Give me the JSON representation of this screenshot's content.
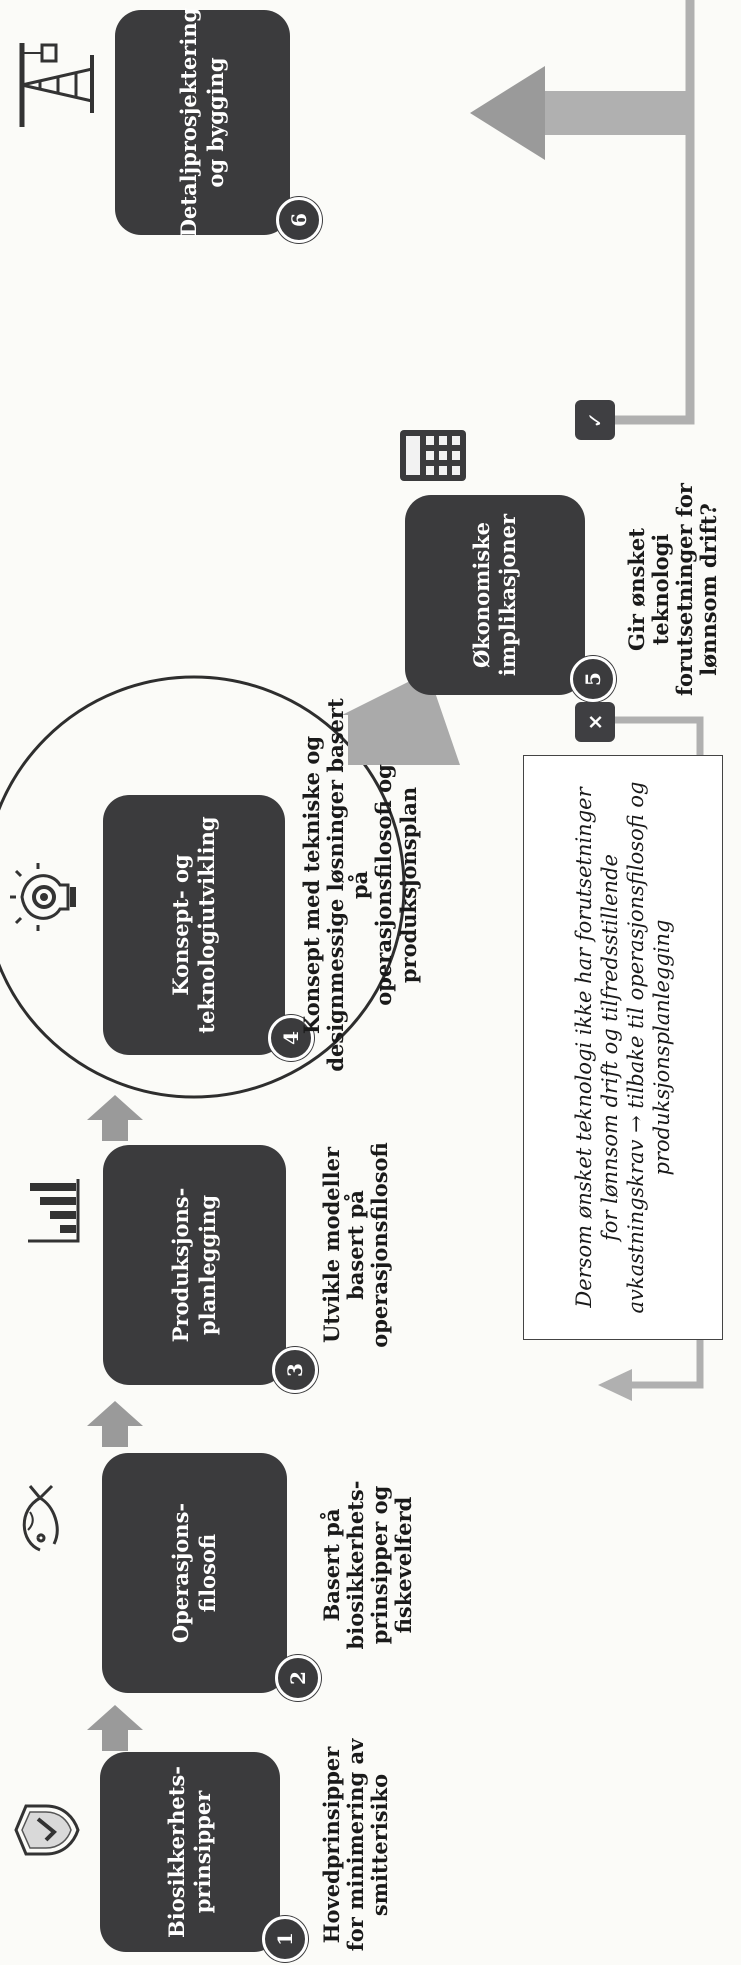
{
  "steps": [
    {
      "number": "1",
      "title": "Biosikkerhets-\nprinsipper",
      "description": "Hovedprinsipper\nfor minimering av\nsmitterisiko",
      "icon": "shield-check-icon"
    },
    {
      "number": "2",
      "title": "Operasjons-\nfilosofi",
      "description": "Basert på\nbiosikkerhets-\nprinsipper og\nfiskevelferd",
      "icon": "fish-icon"
    },
    {
      "number": "3",
      "title": "Produksjons-\nplanlegging",
      "description": "Utvikle modeller\nbasert på\noperasjonsfilosofi",
      "icon": "growth-steps-icon"
    },
    {
      "number": "4",
      "title": "Konsept- og\nteknologiutvikling",
      "description": "Konsept med tekniske og\ndesignmessige løsninger basert på\noperasjonsfilosofi og\nproduksjonsplan",
      "icon": "lightbulb-gear-icon"
    },
    {
      "number": "5",
      "title": "Økonomiske\nimplikasjoner",
      "description": "Gir ønsket teknologi\nforutsetninger for\nlønnsom drift?",
      "icon": "calculator-icon"
    },
    {
      "number": "6",
      "title": "Detaljprosjektering\nog bygging",
      "description": "",
      "icon": "construction-crane-icon"
    }
  ],
  "feedback_note": "Dersom ønsket teknologi ikke har forutsetninger\nfor lønnsom drift og tilfredsstillende\navkastningskrav → tilbake til operasjonsfilosofi og\nproduksjonsplanlegging",
  "decision_marks": {
    "no": "×",
    "yes": "✓"
  },
  "colors": {
    "box": "#3b3b3d",
    "arrow": "#9a9a9a",
    "arrow_light": "#b0b0b0",
    "text": "#1a1a1a",
    "background": "#fbfbf8"
  }
}
